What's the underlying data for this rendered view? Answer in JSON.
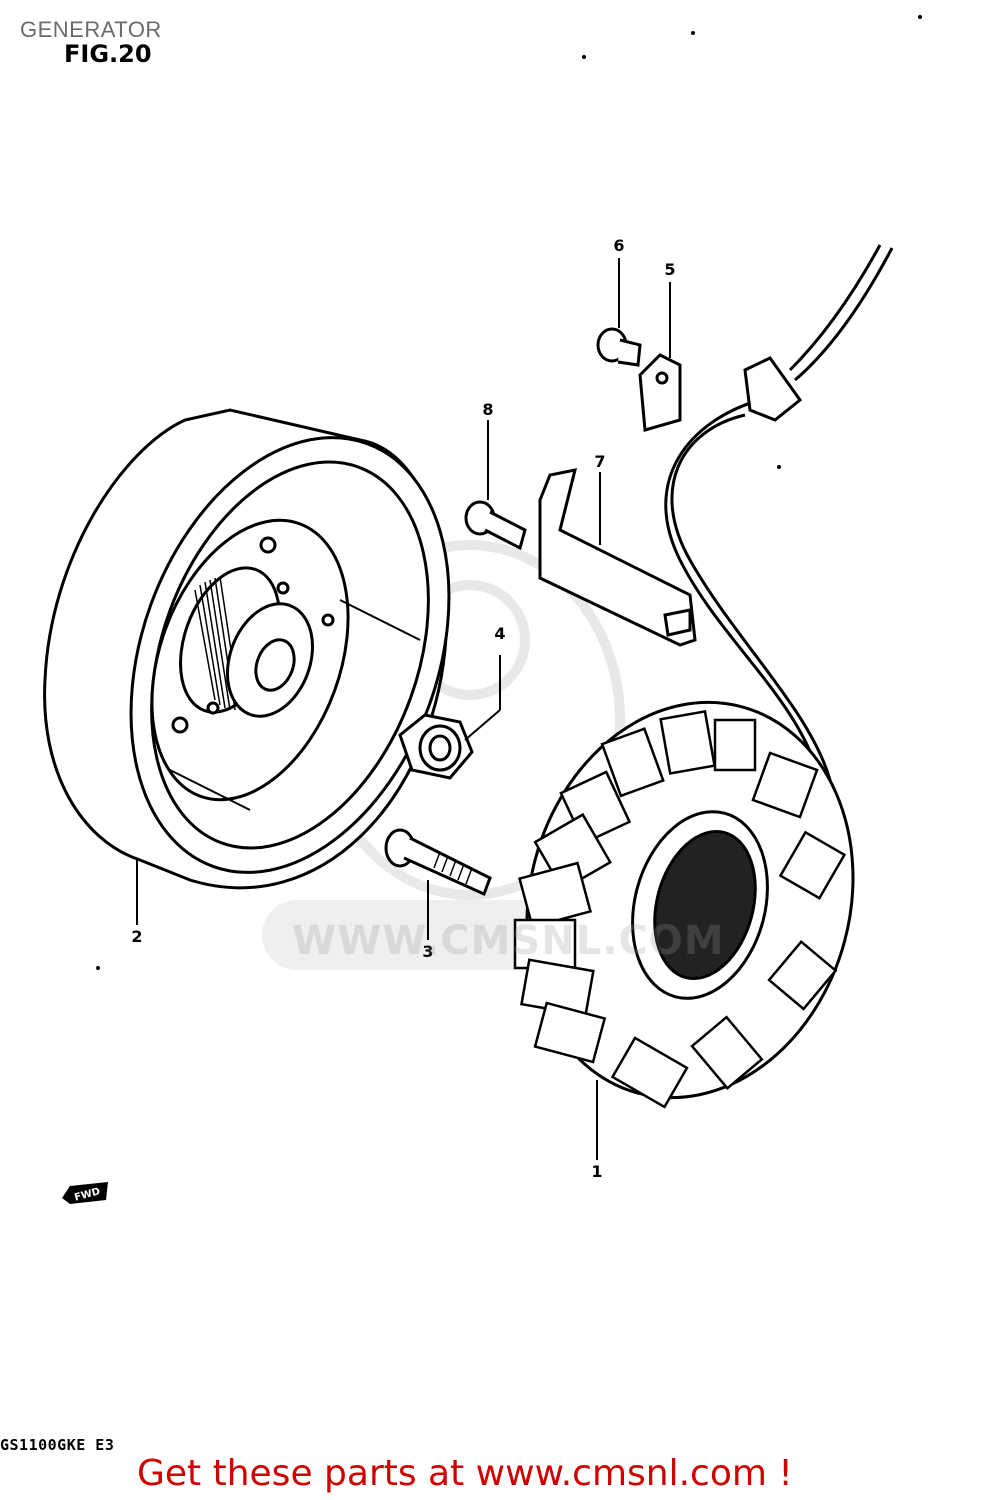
{
  "header": {
    "title": "GENERATOR",
    "figure": "FIG.20"
  },
  "parts": [
    {
      "number": "1"
    },
    {
      "number": "2"
    },
    {
      "number": "3"
    },
    {
      "number": "4"
    },
    {
      "number": "5"
    },
    {
      "number": "6"
    },
    {
      "number": "7"
    },
    {
      "number": "8"
    }
  ],
  "direction_badge": "FWD",
  "watermark": "WWW.CMSNL.COM",
  "model_code": "GS1100GKE E3",
  "footer": {
    "link_text": "Get these parts at www.cmsnl.com !",
    "link_color": "#d00000"
  }
}
